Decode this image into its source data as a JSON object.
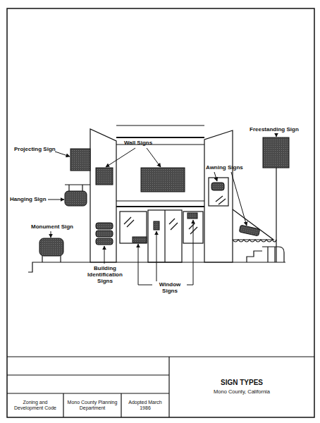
{
  "diagram": {
    "nodes": [
      {
        "text": [
          "Zoning and Development Code"
        ]
      },
      {
        "text": [
          "Mono County Planning Department"
        ]
      },
      {
        "text": [
          "Adopted March 1986"
        ]
      },
      {
        "text": [
          "SIGN TYPES",
          "Mono County, California"
        ]
      }
    ],
    "labels": [
      "Projecting Sign",
      "Wall Signs",
      "Awning Signs",
      "Freestanding Sign",
      "Hanging Sign",
      "Monument Sign",
      "Building Identification Signs",
      "Window Signs"
    ]
  }
}
